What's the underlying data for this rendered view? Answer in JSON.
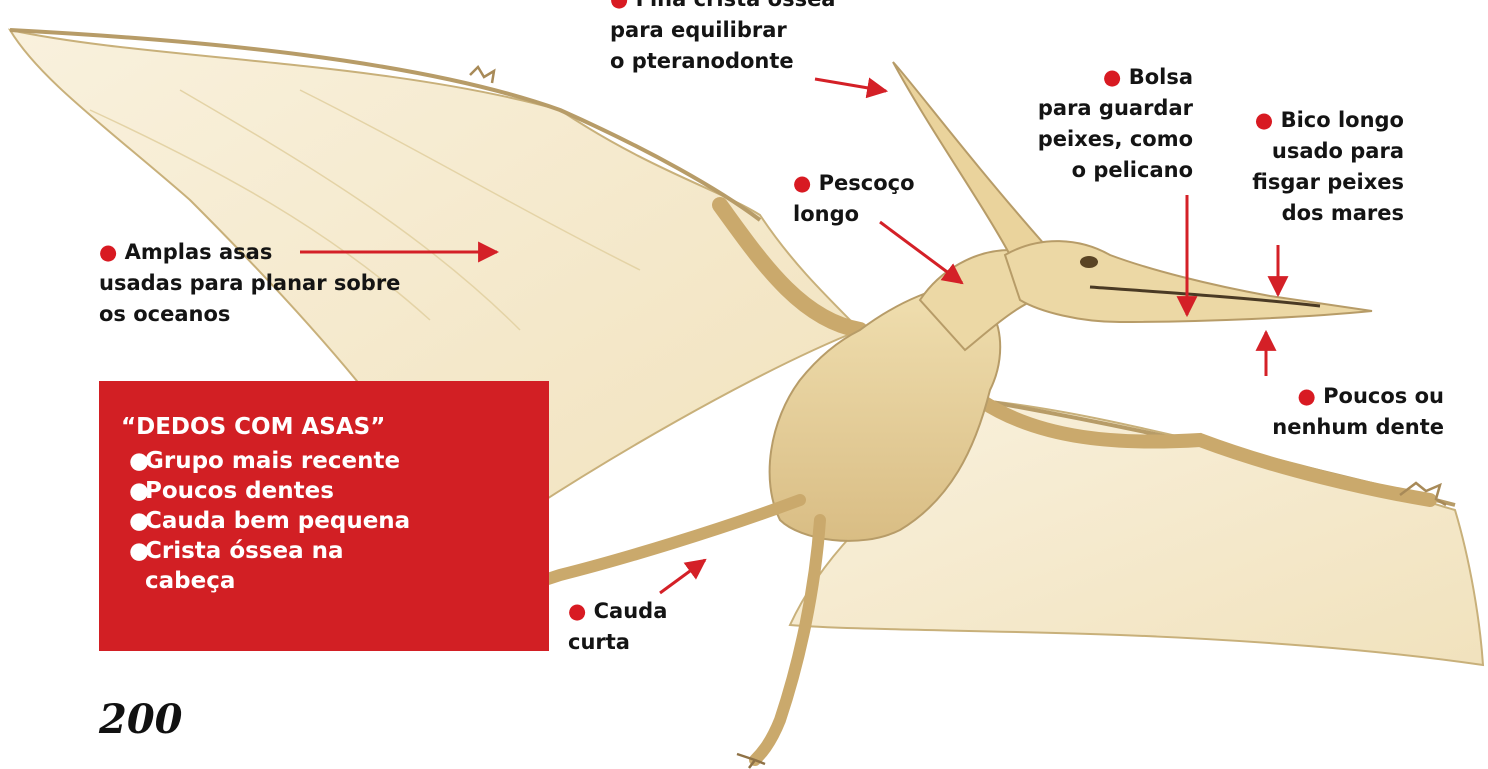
{
  "labels": {
    "crest": {
      "bullet": "●",
      "lines": [
        "Fina crista óssea",
        "para equilibrar",
        "o pteranodonte"
      ]
    },
    "pouch": {
      "bullet": "●",
      "lines": [
        "Bolsa",
        "para guardar",
        "peixes, como",
        "o pelicano"
      ]
    },
    "beak": {
      "bullet": "●",
      "lines": [
        "Bico longo",
        "usado para",
        "fisgar peixes",
        "dos mares"
      ]
    },
    "neck": {
      "bullet": "●",
      "lines": [
        "Pescoço",
        "longo"
      ]
    },
    "wings": {
      "bullet": "●",
      "lines": [
        "Amplas asas",
        "usadas para planar sobre",
        "os oceanos"
      ]
    },
    "teeth": {
      "bullet": "●",
      "lines": [
        "Poucos ou",
        "nenhum dente"
      ]
    },
    "tail": {
      "bullet": "●",
      "lines": [
        "Cauda",
        "curta"
      ]
    }
  },
  "info_box": {
    "title": "“DEDOS COM ASAS”",
    "bullet": "●",
    "items": [
      "Grupo mais recente",
      "Poucos dentes",
      "Cauda bem pequena",
      "Crista óssea na"
    ],
    "last_item_continuation": "cabeça"
  },
  "page_number": "200",
  "colors": {
    "accent_red": "#d21f24",
    "bullet_red": "#d81a22",
    "creature_body": "#ebd7a4",
    "wing_membrane": "#f6ecd2",
    "outline": "#b79c68",
    "text": "#141414"
  }
}
